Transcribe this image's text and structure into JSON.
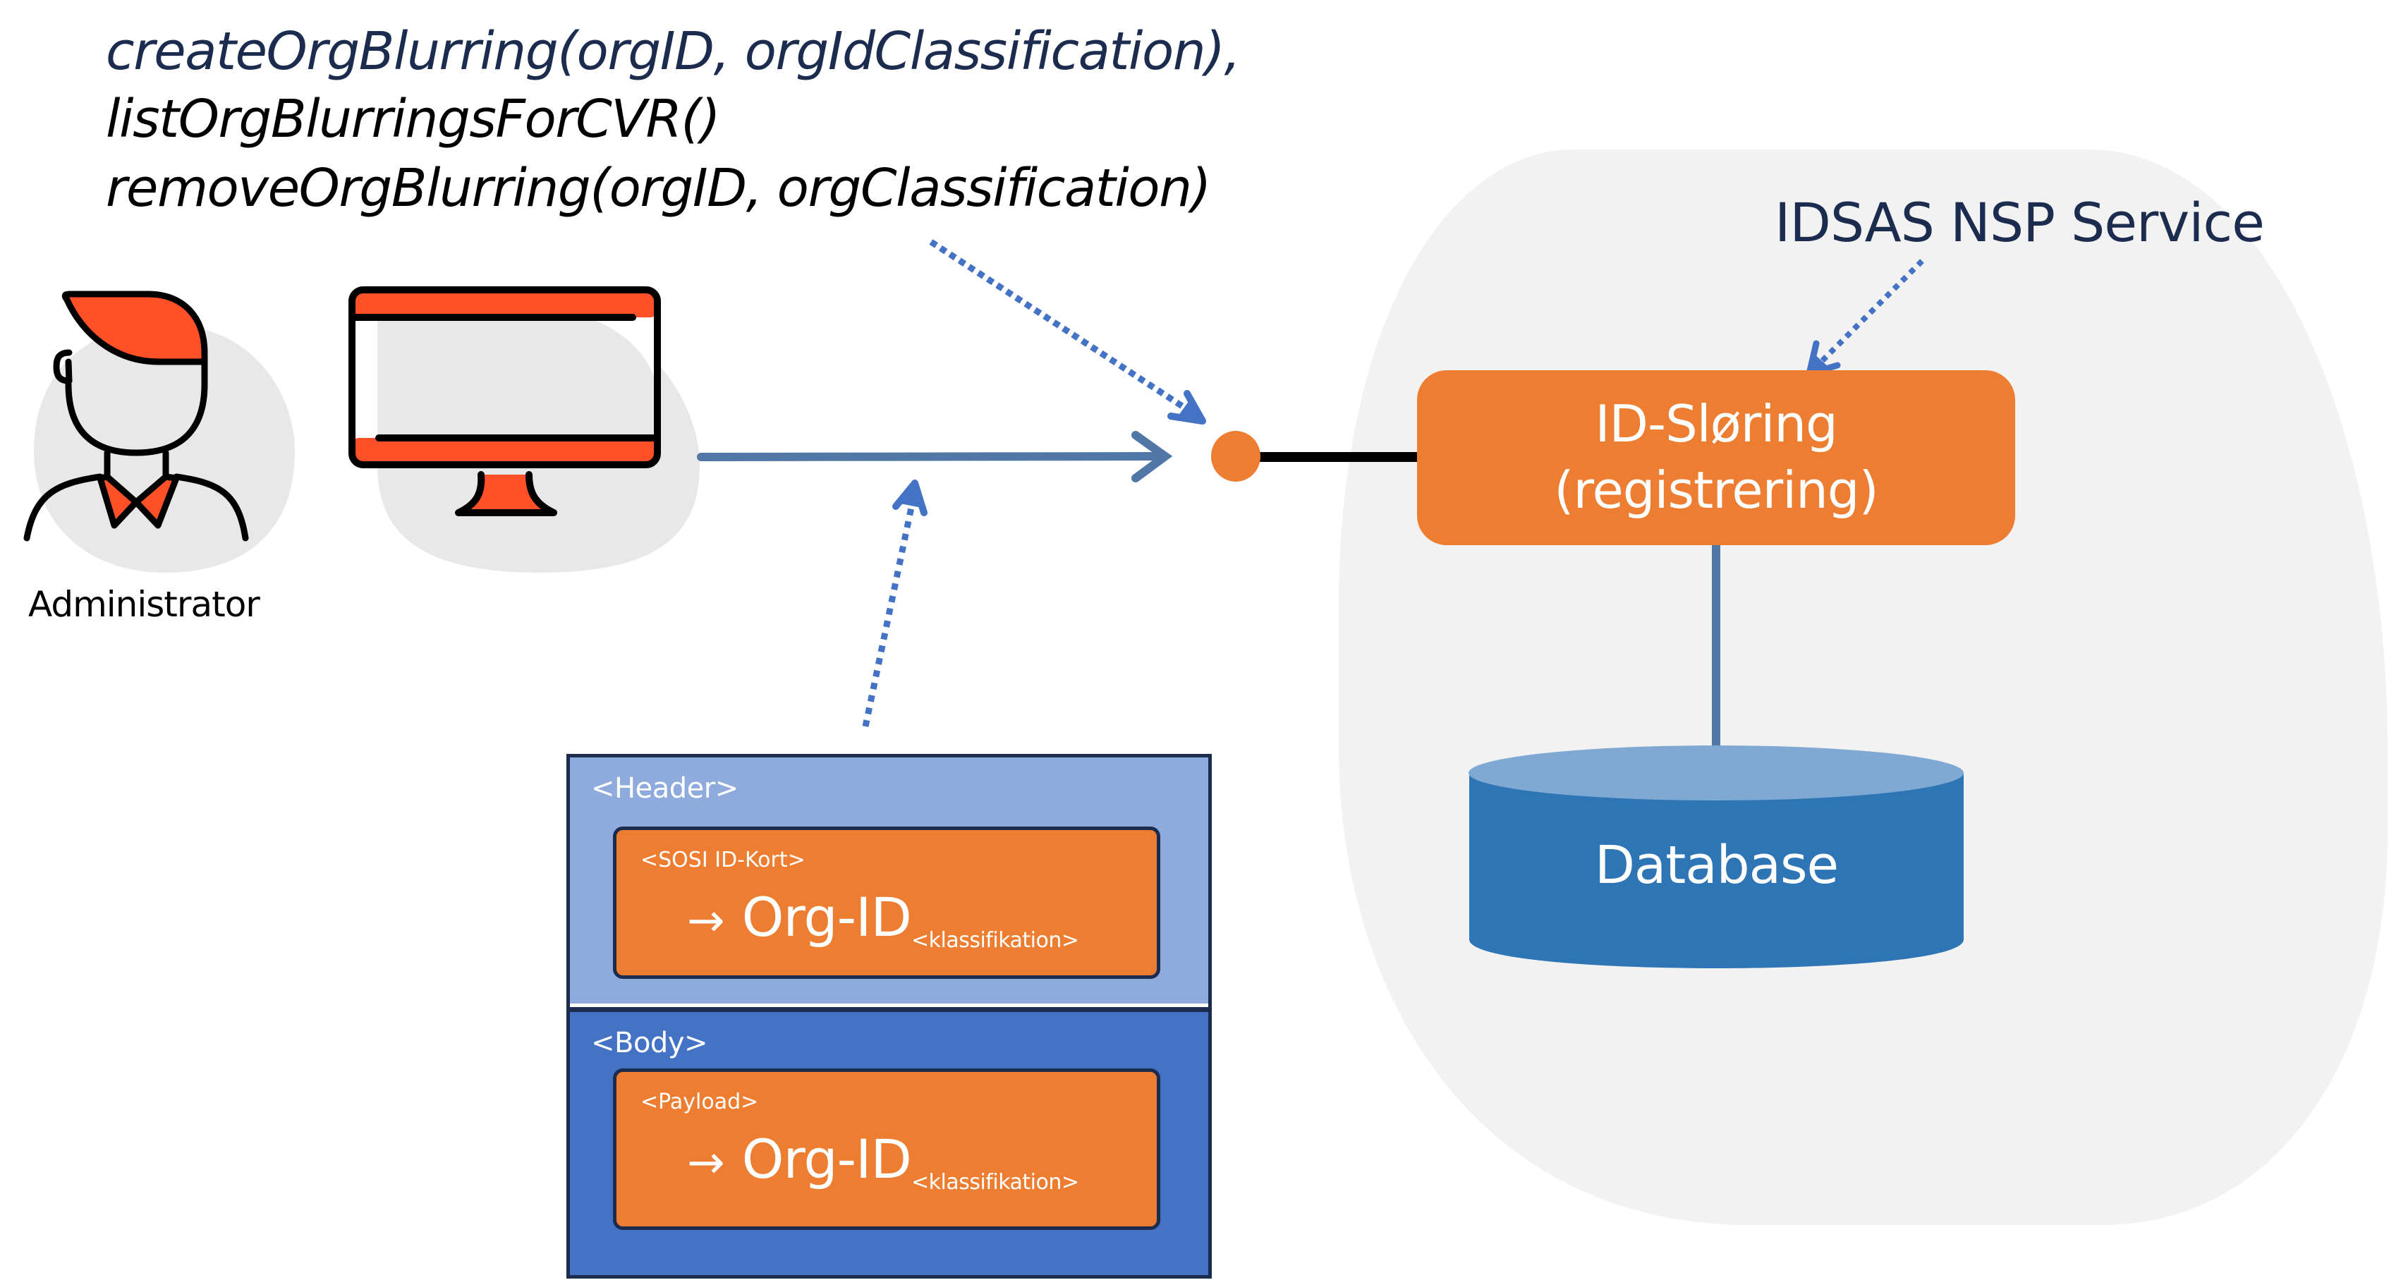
{
  "operations": {
    "lines": [
      "createOrgBlurring(orgID, orgIdClassification),",
      "listOrgBlurringsForCVR()",
      "removeOrgBlurring(orgID, orgClassification)"
    ]
  },
  "actors": {
    "administrator": {
      "label": "Administrator",
      "icon": "person-icon"
    },
    "client": {
      "icon": "monitor-icon"
    }
  },
  "service": {
    "title": "IDSAS NSP Service",
    "component": {
      "line1": "ID-Sløring",
      "line2": "(registrering)"
    },
    "database": {
      "label": "Database",
      "icon": "database-cylinder-icon"
    }
  },
  "message": {
    "header": {
      "label": "<Header>",
      "inner_label": "<SOSI ID-Kort>",
      "arrow": "→",
      "value": "Org-ID",
      "subscript": "<klassifikation>"
    },
    "body": {
      "label": "<Body>",
      "inner_label": "<Payload>",
      "arrow": "→",
      "value": "Org-ID",
      "subscript": "<klassifikation>"
    }
  },
  "colors": {
    "accent_orange": "#ed7d31",
    "icon_red": "#ff5028",
    "navy": "#1b2c4f",
    "flow_blue": "#5077a6",
    "dotted_blue": "#4472c4",
    "header_blue": "#8faadc",
    "body_blue": "#4472c4",
    "db_blue": "#2e75b6",
    "db_top": "#7fa9d3",
    "service_bg": "#f2f2f2",
    "icon_bg": "#e8e8e8"
  }
}
